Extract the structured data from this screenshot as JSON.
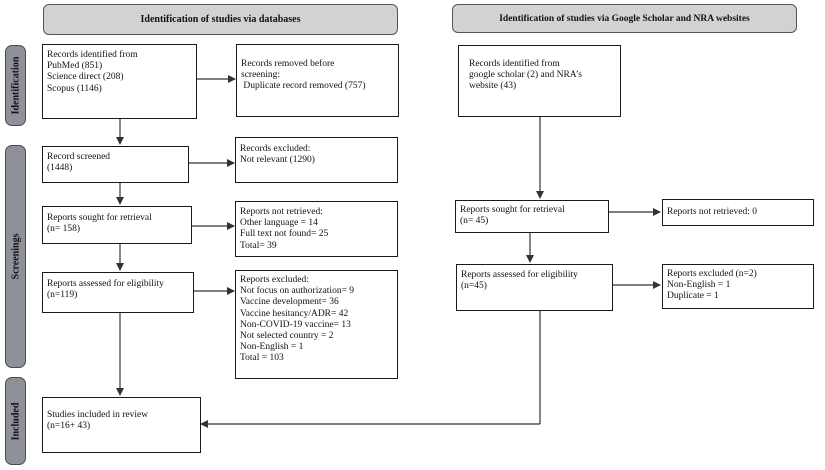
{
  "headers": {
    "databases": "Identification of studies  via databases",
    "scholar": "Identification of studies via Google Scholar and NRA websites"
  },
  "phases": {
    "identification": "Identification",
    "screenings": "Screenings",
    "included": "Included"
  },
  "left": {
    "identified": [
      "Records identified from",
      "PubMed (851)",
      "Science direct (208)",
      "Scopus (1146)"
    ],
    "removed": [
      "Records removed before",
      "screening:",
      " Duplicate record removed (757)"
    ],
    "screened": [
      "Record screened",
      "(1448)"
    ],
    "excluded": [
      "Records excluded:",
      "Not relevant (1290)"
    ],
    "sought": [
      "Reports sought for retrieval",
      "(n= 158)"
    ],
    "not_retrieved": [
      "Reports not retrieved:",
      "Other language = 14",
      "Full text not found= 25",
      "Total= 39"
    ],
    "assessed": [
      "Reports assessed for eligibility",
      "(n=119)"
    ],
    "reports_excluded": [
      "Reports excluded:",
      "Not focus on authorization= 9",
      "Vaccine development= 36",
      "Vaccine hesitancy/ADR= 42",
      "Non-COVID-19 vaccine= 13",
      "Not selected country = 2",
      "Non-English = 1",
      "Total = 103"
    ],
    "included": [
      "Studies included in review",
      "(n=16+ 43)"
    ]
  },
  "right": {
    "identified": [
      "Records identified from",
      "google scholar (2) and NRA’s",
      "website (43)"
    ],
    "sought": [
      "Reports sought for retrieval",
      "(n= 45)"
    ],
    "not_retrieved": [
      "Reports not retrieved: 0"
    ],
    "assessed": [
      "Reports assessed for eligibility",
      "(n=45)"
    ],
    "excluded": [
      "Reports excluded (n=2)",
      "Non-English = 1",
      "Duplicate = 1"
    ]
  },
  "colors": {
    "header_fill": "#d2d2d2",
    "phase_fill": "#8e9198",
    "line": "#333333"
  }
}
